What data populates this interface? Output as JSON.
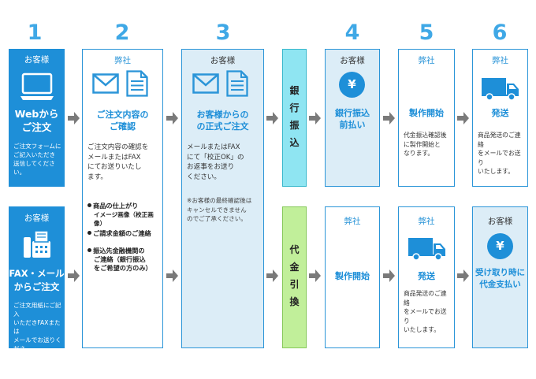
{
  "step_numbers": [
    "1",
    "2",
    "3",
    "4",
    "5",
    "6"
  ],
  "row1": {
    "web": {
      "who": "お客様",
      "title_lines": [
        "Webから",
        "ご注文"
      ],
      "body": [
        "ご注文フォームに",
        "ご記入いただき",
        "送信してください。"
      ]
    },
    "confirm": {
      "who": "弊社",
      "title_lines": [
        "ご注文内容の",
        "ご確認"
      ],
      "body": [
        "ご注文内容の確認を",
        "メールまたはFAX",
        "にてお送りいたし",
        "ます。"
      ],
      "bullets": [
        [
          "商品の仕上がり",
          "イメージ画像（校正画像）"
        ],
        [
          "ご請求金額のご連絡"
        ],
        [
          "振込先金融機関の",
          "ご連絡（銀行振込",
          "をご希望の方のみ）"
        ]
      ]
    },
    "official_order": {
      "who": "お客様",
      "title_lines": [
        "お客様からの",
        "の正式ご注文"
      ],
      "body": [
        "メールまたはFAX",
        "にて「校正OK」の",
        "お返事をお送り",
        "ください。"
      ],
      "note": [
        "※お客様の最終確認後は",
        "キャンセルできません",
        "のでご了承ください。"
      ]
    },
    "bank_transfer": {
      "vertical_label": [
        "銀",
        "行",
        "振",
        "込"
      ]
    },
    "prepay": {
      "who": "お客様",
      "yen": "¥",
      "title_lines": [
        "銀行振込",
        "前払い"
      ]
    },
    "production": {
      "who": "弊社",
      "title": "製作開始",
      "body": [
        "代金振込確認後",
        "に製作開始と",
        "なります。"
      ]
    },
    "shipping": {
      "who": "弊社",
      "title": "発送",
      "body": [
        "商品発送のご連絡",
        "をメールでお送り",
        "いたします。"
      ]
    }
  },
  "row2": {
    "fax": {
      "who": "お客様",
      "title_lines": [
        "FAX・メール",
        "からご注文"
      ],
      "body": [
        "ご注文用紙にご記入",
        "いただきFAXまたは",
        "メールでお送りくださ",
        "い。"
      ]
    },
    "cod": {
      "vertical_label": [
        "代",
        "金",
        "引",
        "換"
      ]
    },
    "production": {
      "who": "弊社",
      "title": "製作開始"
    },
    "shipping": {
      "who": "弊社",
      "title": "発送",
      "body": [
        "商品発送のご連絡",
        "をメールでお送り",
        "いたします。"
      ]
    },
    "payment": {
      "who": "お客様",
      "yen": "¥",
      "title_lines": [
        "受け取り時に",
        "代金支払い"
      ]
    }
  },
  "colors": {
    "primary_blue": "#1e8fd8",
    "number_blue": "#3fa8e6",
    "pale_blue": "#dcedf7",
    "cyan": "#8fe5f2",
    "green": "#c1ef9a",
    "arrow_gray": "#7a7a7a"
  },
  "icons": [
    "computer-icon",
    "mail-icon",
    "document-icon",
    "yen-icon",
    "truck-icon",
    "fax-icon"
  ]
}
